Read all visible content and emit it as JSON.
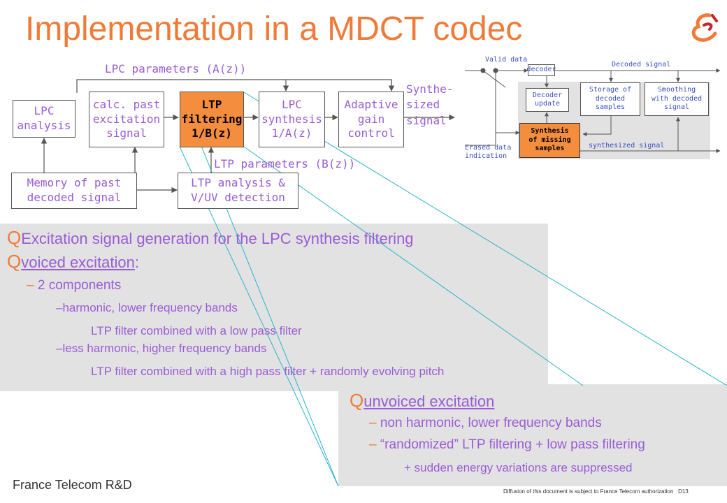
{
  "title": "Implementation in a MDCT codec",
  "diagram": {
    "lpc_params_label": "LPC parameters (A(z))",
    "ltp_params_label": "LTP parameters (B(z))",
    "lpc_analysis": "LPC\nanalysis",
    "calc_past": "calc. past\nexcitation\nsignal",
    "ltp_filtering": "LTP\nfiltering\n1/B(z)",
    "lpc_synthesis": "LPC\nsynthesis\n1/A(z)",
    "adaptive_gain": "Adaptive\ngain\ncontrol",
    "synth_signal": "Synthe-\nsized\nsignal",
    "memory": "Memory of past\ndecoded signal",
    "ltp_analysis": "LTP analysis &\nV/UV detection"
  },
  "small_diagram": {
    "valid_data": "Valid data",
    "decoder": "decoder",
    "decoded_signal": "Decoded signal",
    "decoder_update": "Decoder\nupdate",
    "storage": "Storage of\ndecoded\nsamples",
    "smoothing": "Smoothing\nwith decoded\nsignal",
    "synthesis_missing": "Synthesis\nof missing\nsamples",
    "synthesized_signal": "synthesized signal",
    "erased_data": "Erased data\nindication"
  },
  "voiced_panel": {
    "bullet1": "Excitation signal generation for the LPC synthesis filtering",
    "bullet2": "voiced excitation",
    "bullet2_colon": ":",
    "sub1": "2 components",
    "sub1a": "harmonic, lower frequency bands",
    "sub1a_detail": "LTP filter combined with a low pass filter",
    "sub1b": "less harmonic, higher frequency bands",
    "sub1b_detail": "LTP filter combined with a high pass filter + randomly evolving pitch"
  },
  "unvoiced_panel": {
    "bullet": "unvoiced excitation",
    "sub1": "non harmonic, lower frequency bands",
    "sub2": "“randomized” LTP filtering + low pass filtering",
    "sub3": "+ sudden energy variations are suppressed"
  },
  "footer": {
    "org": "France Telecom R&D",
    "notice": "Diffusion of this document is subject to France Telecom authorization",
    "page": "D13"
  },
  "colors": {
    "accent_orange": "#f07a38",
    "block_orange": "#f58d3e",
    "text_purple": "#9a5cd6",
    "panel_gray": "#e2e2e2",
    "link_cyan": "#27b4d0"
  }
}
